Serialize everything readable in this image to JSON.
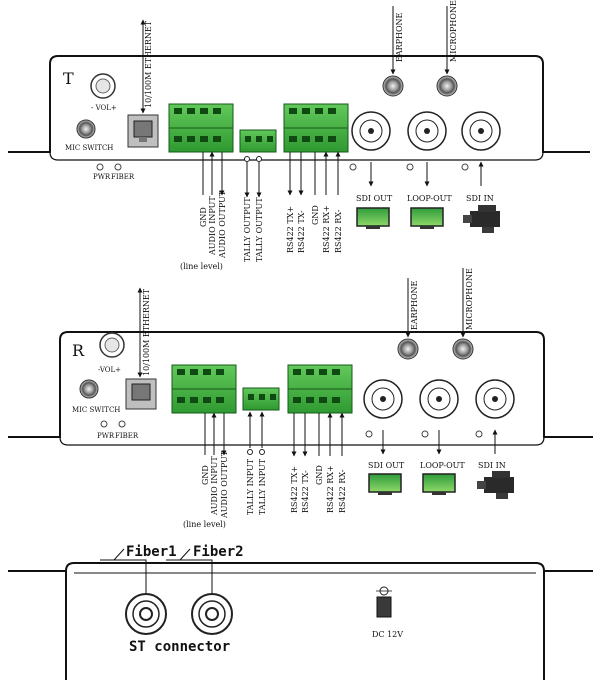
{
  "units": {
    "transmitter": {
      "letter": "T",
      "ethernet_label": "10/100M ETHERNET",
      "vol_label": "- VOL+",
      "mic_switch_label": "MIC SWITCH",
      "led_labels": [
        "PWR",
        "FIBER"
      ],
      "earphone_label": "EARPHONE",
      "microphone_label": "MICROPHONE",
      "audio_pins": [
        "GND",
        "AUDIO INPUT",
        "AUDIO OUTPUT"
      ],
      "line_level_label": "(line level)",
      "tally_pins": [
        "TALLY OUTPUT",
        "TALLY OUTPUT"
      ],
      "rs422_pins": [
        "RS422 TX+",
        "RS422 TX-",
        "GND",
        "RS422 RX+",
        "RS422 RX-"
      ],
      "sdi_labels": [
        "SDI OUT",
        "LOOP-OUT",
        "SDI IN"
      ]
    },
    "receiver": {
      "letter": "R",
      "ethernet_label": "10/100M ETHERNET",
      "vol_label": "-VOL+",
      "mic_switch_label": "MIC SWITCH",
      "led_labels": [
        "PWR",
        "FIBER"
      ],
      "earphone_label": "EARPHONE",
      "microphone_label": "MICROPHONE",
      "audio_pins": [
        "GND",
        "AUDIO INPUT",
        "AUDIO OUTPUT"
      ],
      "line_level_label": "(line level)",
      "tally_pins": [
        "TALLY INPUT",
        "TALLY INPUT"
      ],
      "rs422_pins": [
        "RS422 TX+",
        "RS422 TX-",
        "GND",
        "RS422 RX+",
        "RS422 RX-"
      ],
      "sdi_labels": [
        "SDI OUT",
        "LOOP-OUT",
        "SDI IN"
      ]
    }
  },
  "back_panel": {
    "fiber_labels": [
      "Fiber1",
      "Fiber2"
    ],
    "connector_label": "ST connector",
    "power_label": "DC 12V"
  }
}
